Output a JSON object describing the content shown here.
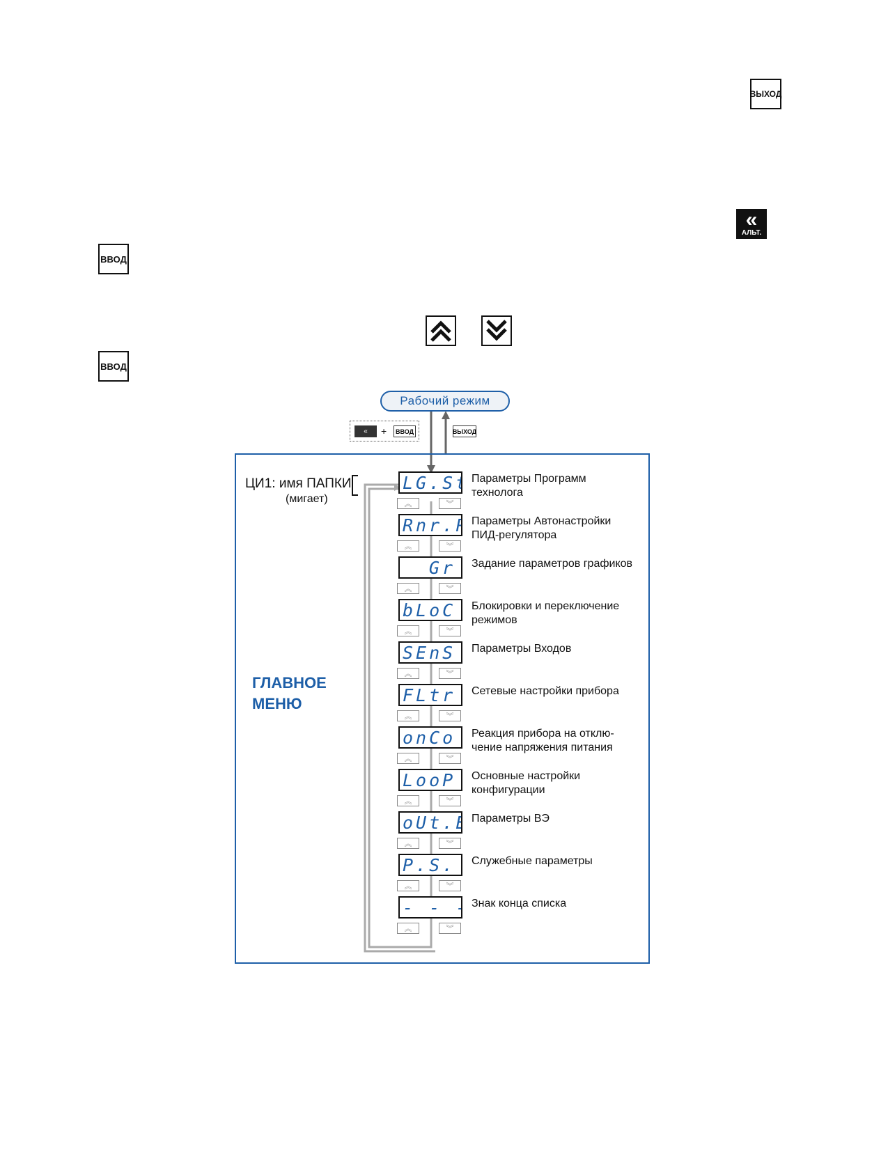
{
  "keys": {
    "exit_label": "ВЫХОД",
    "enter_label": "ВВОД",
    "alt_label": "АЛЬТ.",
    "alt_icon": "double-chevron-left-icon",
    "up_icon": "double-chevron-up-icon",
    "down_icon": "double-chevron-down-icon"
  },
  "diagram": {
    "mode_label": "Рабочий режим",
    "combo_plus": "+",
    "combo_enter": "ВВОД",
    "exit_small": "ВЫХОД",
    "display_label": "ЦИ1: имя ПАПКИ",
    "display_note": "(мигает)",
    "menu_title_1": "ГЛАВНОЕ",
    "menu_title_2": "МЕНЮ",
    "items": [
      {
        "code": "LG.St",
        "desc": "Параметры Программ технолога"
      },
      {
        "code": "Rnr.P",
        "desc": "Параметры Автонастройки ПИД-регулятора"
      },
      {
        "code": "Gr",
        "desc": "Задание параметров графиков"
      },
      {
        "code": "bLoC",
        "desc": "Блокировки и переключение режимов"
      },
      {
        "code": "SEnS",
        "desc": "Параметры Входов"
      },
      {
        "code": "FLtr",
        "desc": "Сетевые настройки прибора"
      },
      {
        "code": "onCo",
        "desc": "Реакция прибора на отклю-чение напряжения питания"
      },
      {
        "code": "LooP",
        "desc": "Основные настройки конфигурации"
      },
      {
        "code": "oUt.E",
        "desc": "Параметры ВЭ"
      },
      {
        "code": "P.S.",
        "desc": "Служебные параметры"
      },
      {
        "code": "- - - -",
        "desc": "Знак конца списка"
      }
    ]
  },
  "colors": {
    "accent": "#1e5fa8"
  }
}
